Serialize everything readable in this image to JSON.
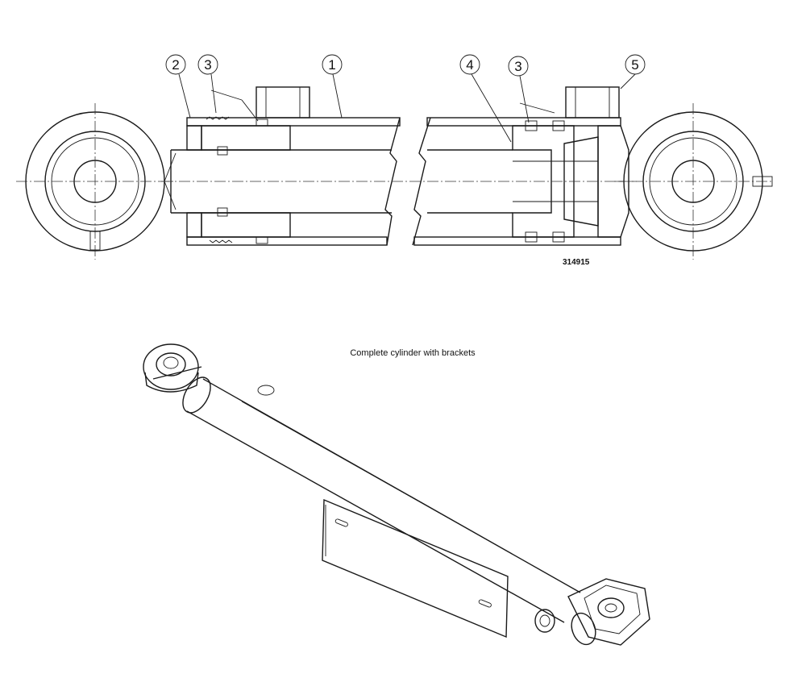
{
  "section_view": {
    "callouts": [
      {
        "label": "2"
      },
      {
        "label": "3"
      },
      {
        "label": "1"
      },
      {
        "label": "4"
      },
      {
        "label": "3"
      },
      {
        "label": "5"
      }
    ],
    "drawing_number": "314915"
  },
  "isometric_view": {
    "caption": "Complete cylinder with brackets"
  }
}
